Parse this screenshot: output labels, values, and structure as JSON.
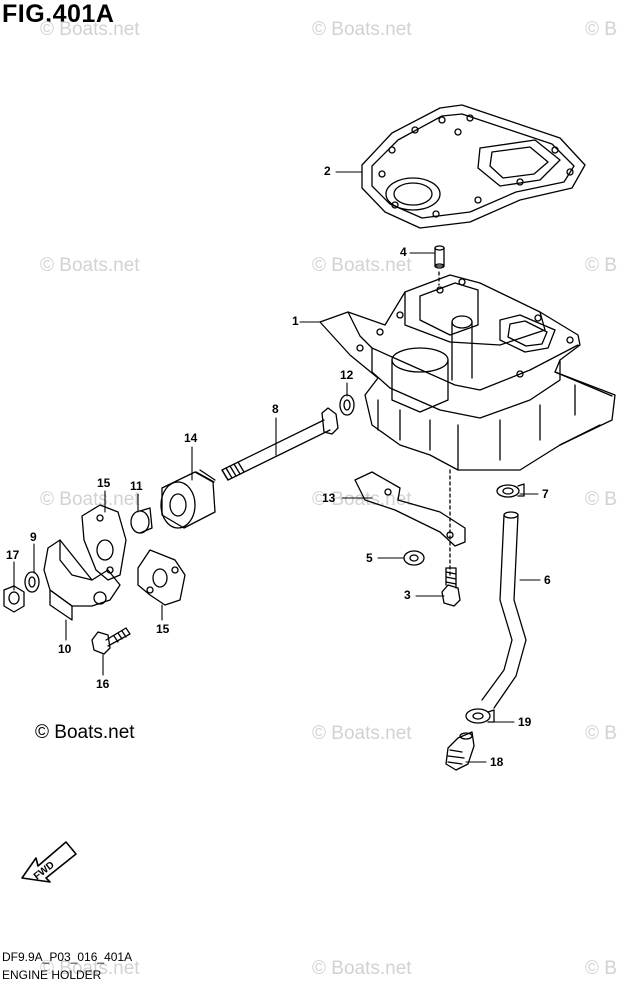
{
  "figure": {
    "title": "FIG.401A",
    "code": "DF9.9A_P03_016_401A",
    "caption": "ENGINE HOLDER",
    "copyright": "© Boats.net",
    "watermark": "© Boats.net",
    "fwd_label": "FWD"
  },
  "callouts": [
    "1",
    "2",
    "3",
    "4",
    "5",
    "6",
    "7",
    "8",
    "9",
    "10",
    "11",
    "12",
    "13",
    "14",
    "15",
    "15",
    "16",
    "17",
    "18",
    "19"
  ]
}
